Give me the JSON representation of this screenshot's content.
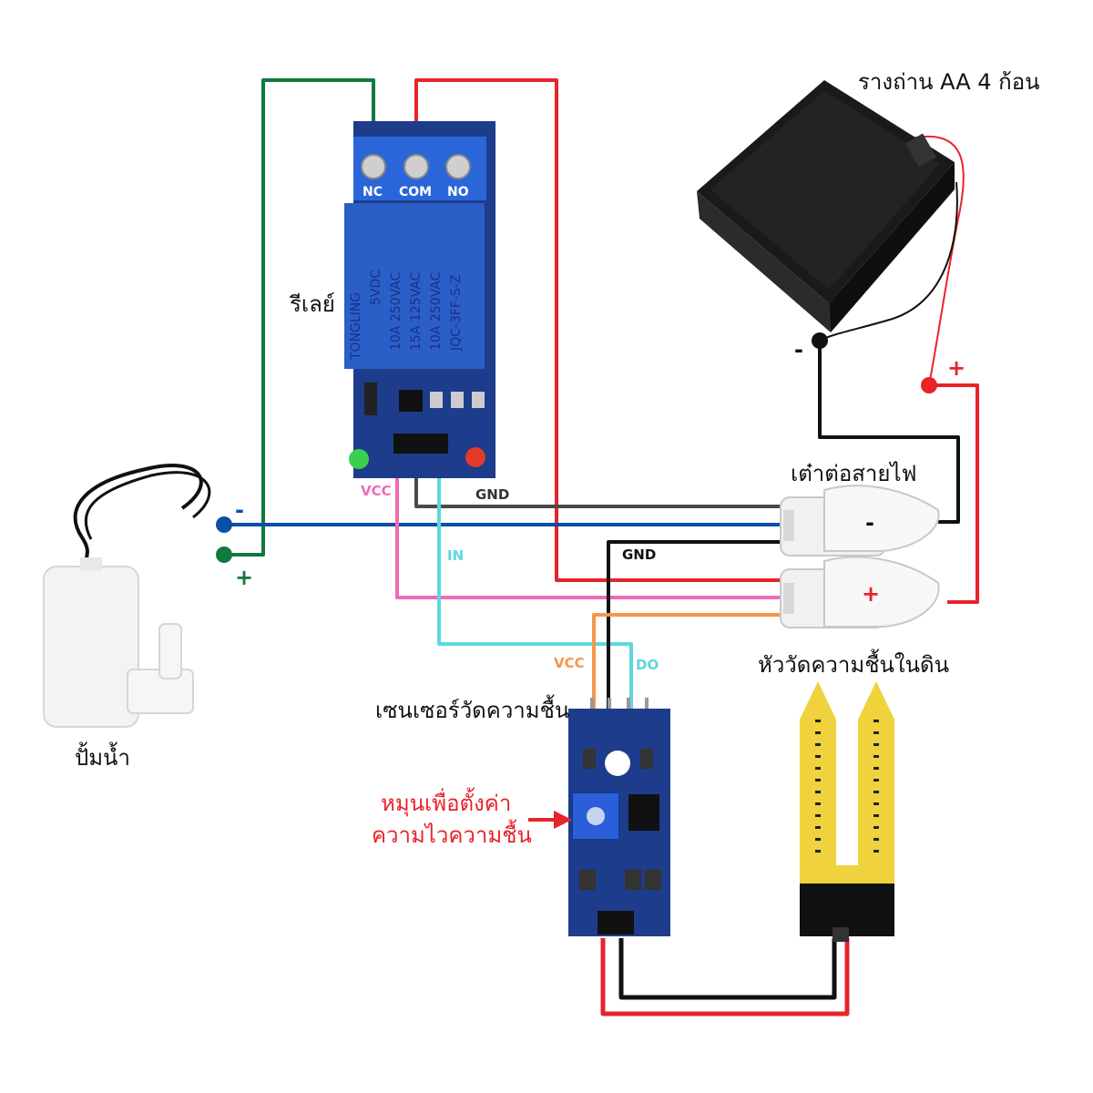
{
  "labels": {
    "battery_holder": "รางถ่าน AA 4 ก้อน",
    "relay": "รีเลย์",
    "connector": "เต๋าต่อสายไฟ",
    "pump": "ปั้มน้ำ",
    "sensor_module": "เซนเซอร์วัดความชื้น",
    "probe": "หัววัดความชื้นในดิน",
    "pot_note_line1": "หมุนเพื่อตั้งค่า",
    "pot_note_line2": "ความไวความชื้น"
  },
  "relay_terminals": {
    "nc": "NC",
    "com": "COM",
    "no": "NO"
  },
  "relay_print": {
    "brand": "TONGLING",
    "voltage": "5VDC",
    "rating1": "10A 250VAC",
    "rating2": "15A 125VAC",
    "rating3": "10A 250VAC",
    "model": "JQC-3FF-S-Z"
  },
  "wire_labels": {
    "relay_vcc": "VCC",
    "relay_gnd": "GND",
    "relay_in": "IN",
    "sensor_gnd": "GND",
    "sensor_vcc": "VCC",
    "sensor_do": "DO"
  },
  "polarity": {
    "pump_minus": "-",
    "pump_plus": "+",
    "battery_minus": "-",
    "battery_plus": "+",
    "connector_minus": "-",
    "connector_plus": "+"
  },
  "colors": {
    "green_wire": "#0f7a3c",
    "red_wire": "#e8232a",
    "blue_wire": "#0a4fa8",
    "black_wire": "#111111",
    "gray_wire": "#4a4a4a",
    "pink_wire": "#f06ab4",
    "cyan_wire": "#5dd6e0",
    "orange_wire": "#f5964a",
    "relay_blue": "#2a5fc7",
    "pcb_blue": "#1d3c8c"
  }
}
